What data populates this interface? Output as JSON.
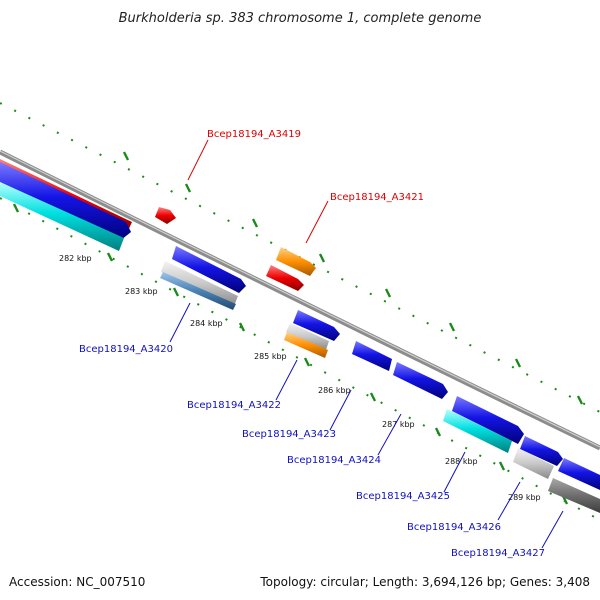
{
  "title": "Burkholderia sp. 383 chromosome 1, complete genome",
  "accession": "Accession: NC_007510",
  "topology": "Topology: circular; Length: 3,694,126 bp; Genes: 3,408",
  "colors": {
    "background": "#ffffff",
    "backbone": "#8c8c8c",
    "tick_green": "#1a8a1a",
    "blue_feature": "#1414e6",
    "cyan_feature": "#00e0e0",
    "gray_feature": "#c8c8c8",
    "dark_gray_feature": "#6e6e6e",
    "steelblue_feature": "#4a82b4",
    "orange_feature": "#ff9000",
    "red_feature": "#ee0000",
    "label_red": "#dd0000",
    "label_blue": "#1010c0"
  },
  "tick_labels": [
    {
      "text": "282 kbp"
    },
    {
      "text": "283 kbp"
    },
    {
      "text": "284 kbp"
    },
    {
      "text": "285 kbp"
    },
    {
      "text": "286 kbp"
    },
    {
      "text": "287 kbp"
    },
    {
      "text": "288 kbp"
    },
    {
      "text": "289 kbp"
    }
  ],
  "gene_labels": [
    {
      "text": "Bcep18194_A3419",
      "color": "red"
    },
    {
      "text": "Bcep18194_A3421",
      "color": "red"
    },
    {
      "text": "Bcep18194_A3420",
      "color": "blue"
    },
    {
      "text": "Bcep18194_A3422",
      "color": "blue"
    },
    {
      "text": "Bcep18194_A3423",
      "color": "blue"
    },
    {
      "text": "Bcep18194_A3424",
      "color": "blue"
    },
    {
      "text": "Bcep18194_A3425",
      "color": "blue"
    },
    {
      "text": "Bcep18194_A3426",
      "color": "blue"
    },
    {
      "text": "Bcep18194_A3427",
      "color": "blue"
    }
  ]
}
